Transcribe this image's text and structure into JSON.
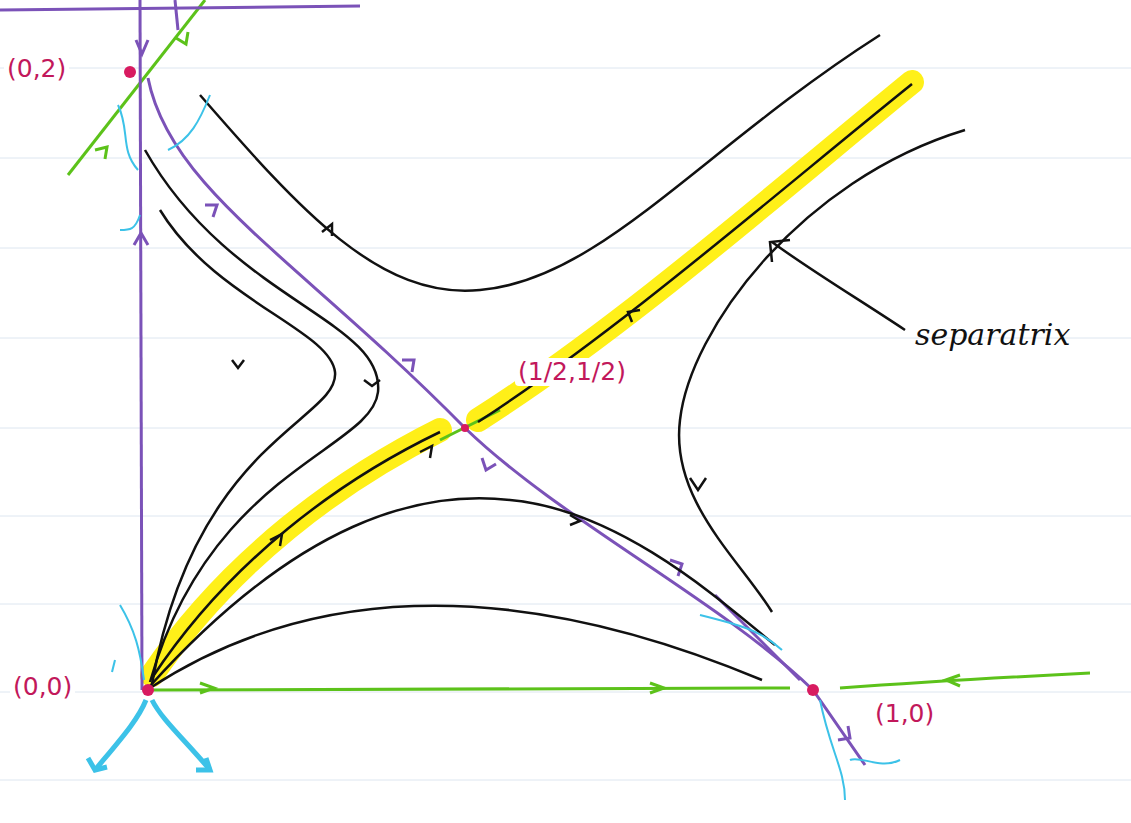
{
  "diagram": {
    "labels": [
      "(0,2)",
      "(0,0)",
      "(1/2,1/2)",
      "(1,0)",
      "separatrix"
    ]
  }
}
